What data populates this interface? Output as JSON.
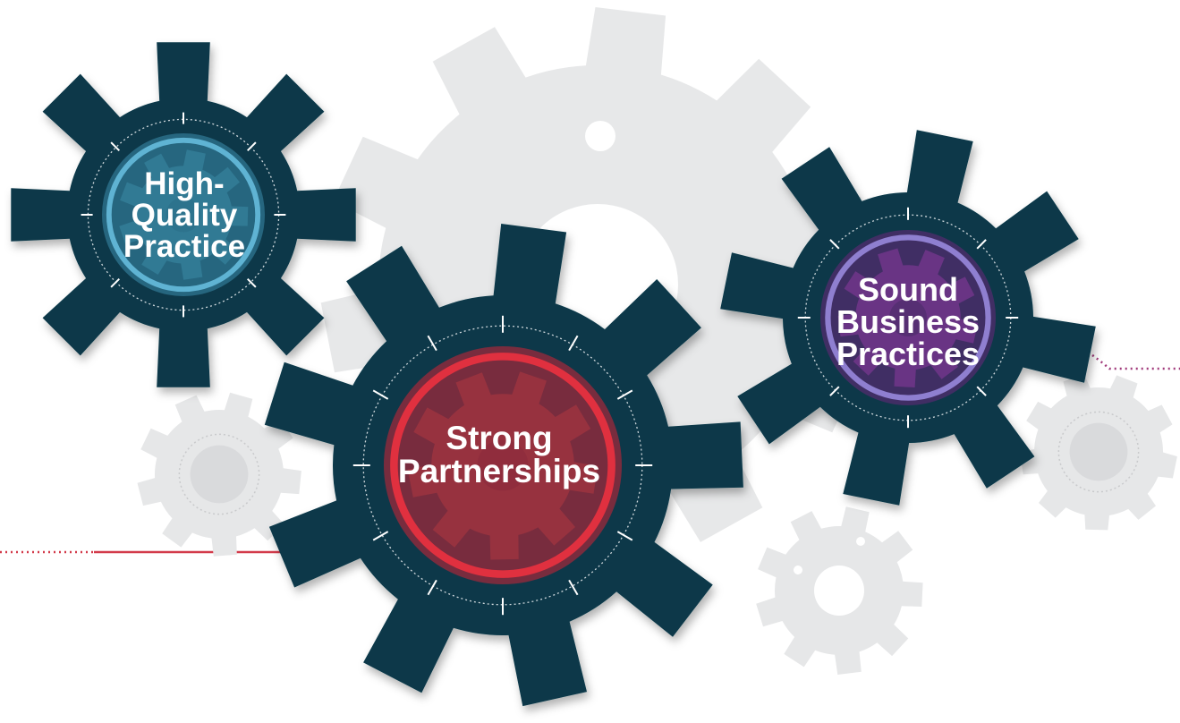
{
  "gears": [
    {
      "id": "high-quality-practice",
      "lines": [
        "High-",
        "Quality",
        "Practice"
      ],
      "accent_color": "#5fb3d3",
      "center_color": "#2b6e88"
    },
    {
      "id": "strong-partnerships",
      "lines": [
        "Strong",
        "Partnerships"
      ],
      "accent_color": "#e0303f",
      "center_color": "#8c2a3c"
    },
    {
      "id": "sound-business-practices",
      "lines": [
        "Sound",
        "Business",
        "Practices"
      ],
      "accent_color": "#8f7fd0",
      "center_color": "#4a2d68"
    }
  ],
  "colors": {
    "gear_body": "#073848",
    "background_gears": "#e6e7e8",
    "connector_left": "#d33a4a",
    "connector_right": "#a0397a"
  }
}
